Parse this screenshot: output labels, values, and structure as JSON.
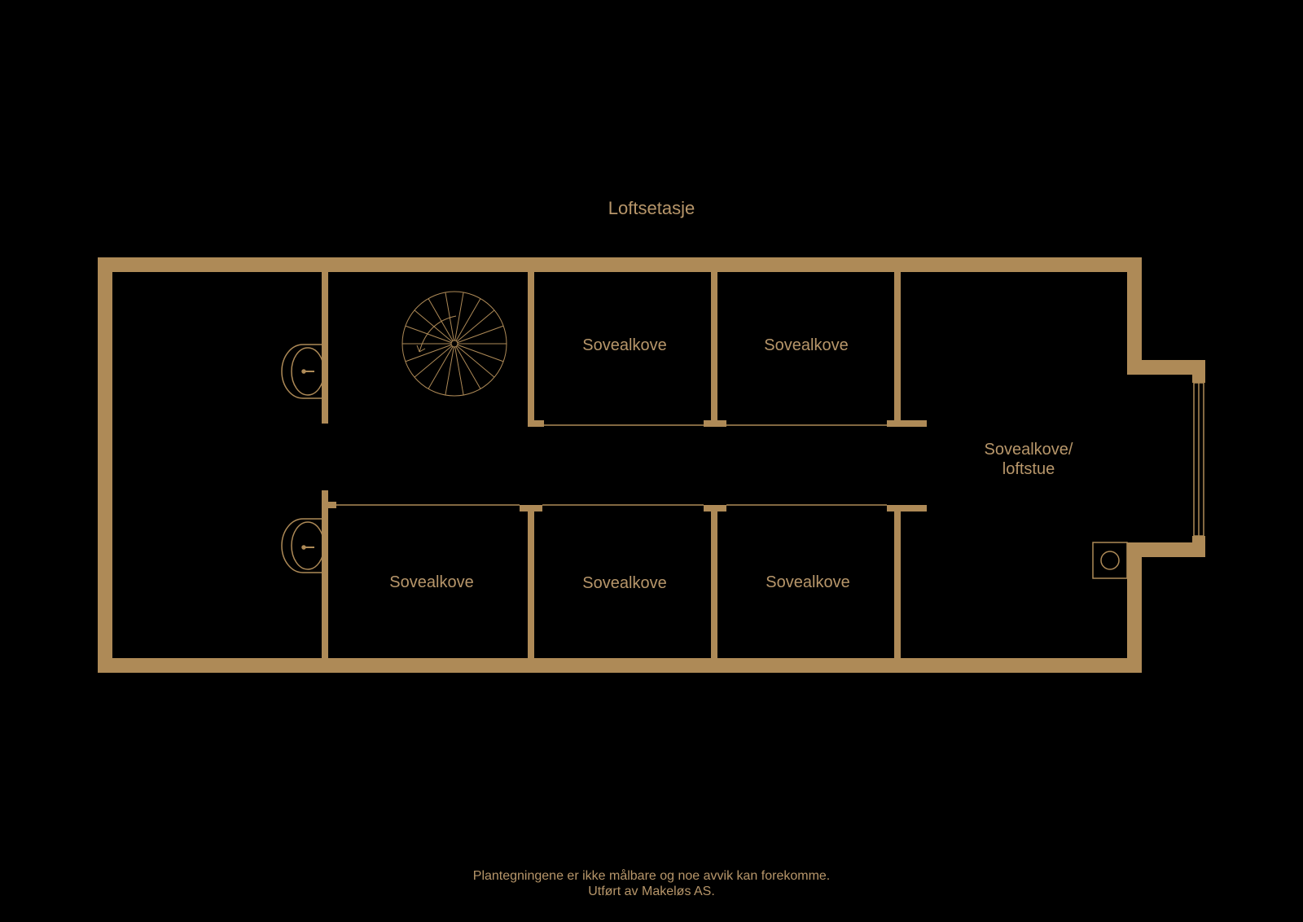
{
  "title": "Loftsetasje",
  "colors": {
    "background": "#000000",
    "wall": "#AE8A57",
    "line": "#AE8A57",
    "text": "#B7966A"
  },
  "rooms": {
    "top_1": "Sovealkove",
    "top_2": "Sovealkove",
    "bottom_1": "Sovealkove",
    "bottom_2": "Sovealkove",
    "bottom_3": "Sovealkove",
    "right_line1": "Sovealkove/",
    "right_line2": "loftstue"
  },
  "fixtures": [
    "spiral-staircase-icon",
    "sink-icon",
    "sink-icon",
    "chimney-icon",
    "window-icon"
  ],
  "footer": {
    "line1": "Plantegningene er ikke målbare og noe avvik kan forekomme.",
    "line2": "Utført av Makeløs AS."
  }
}
